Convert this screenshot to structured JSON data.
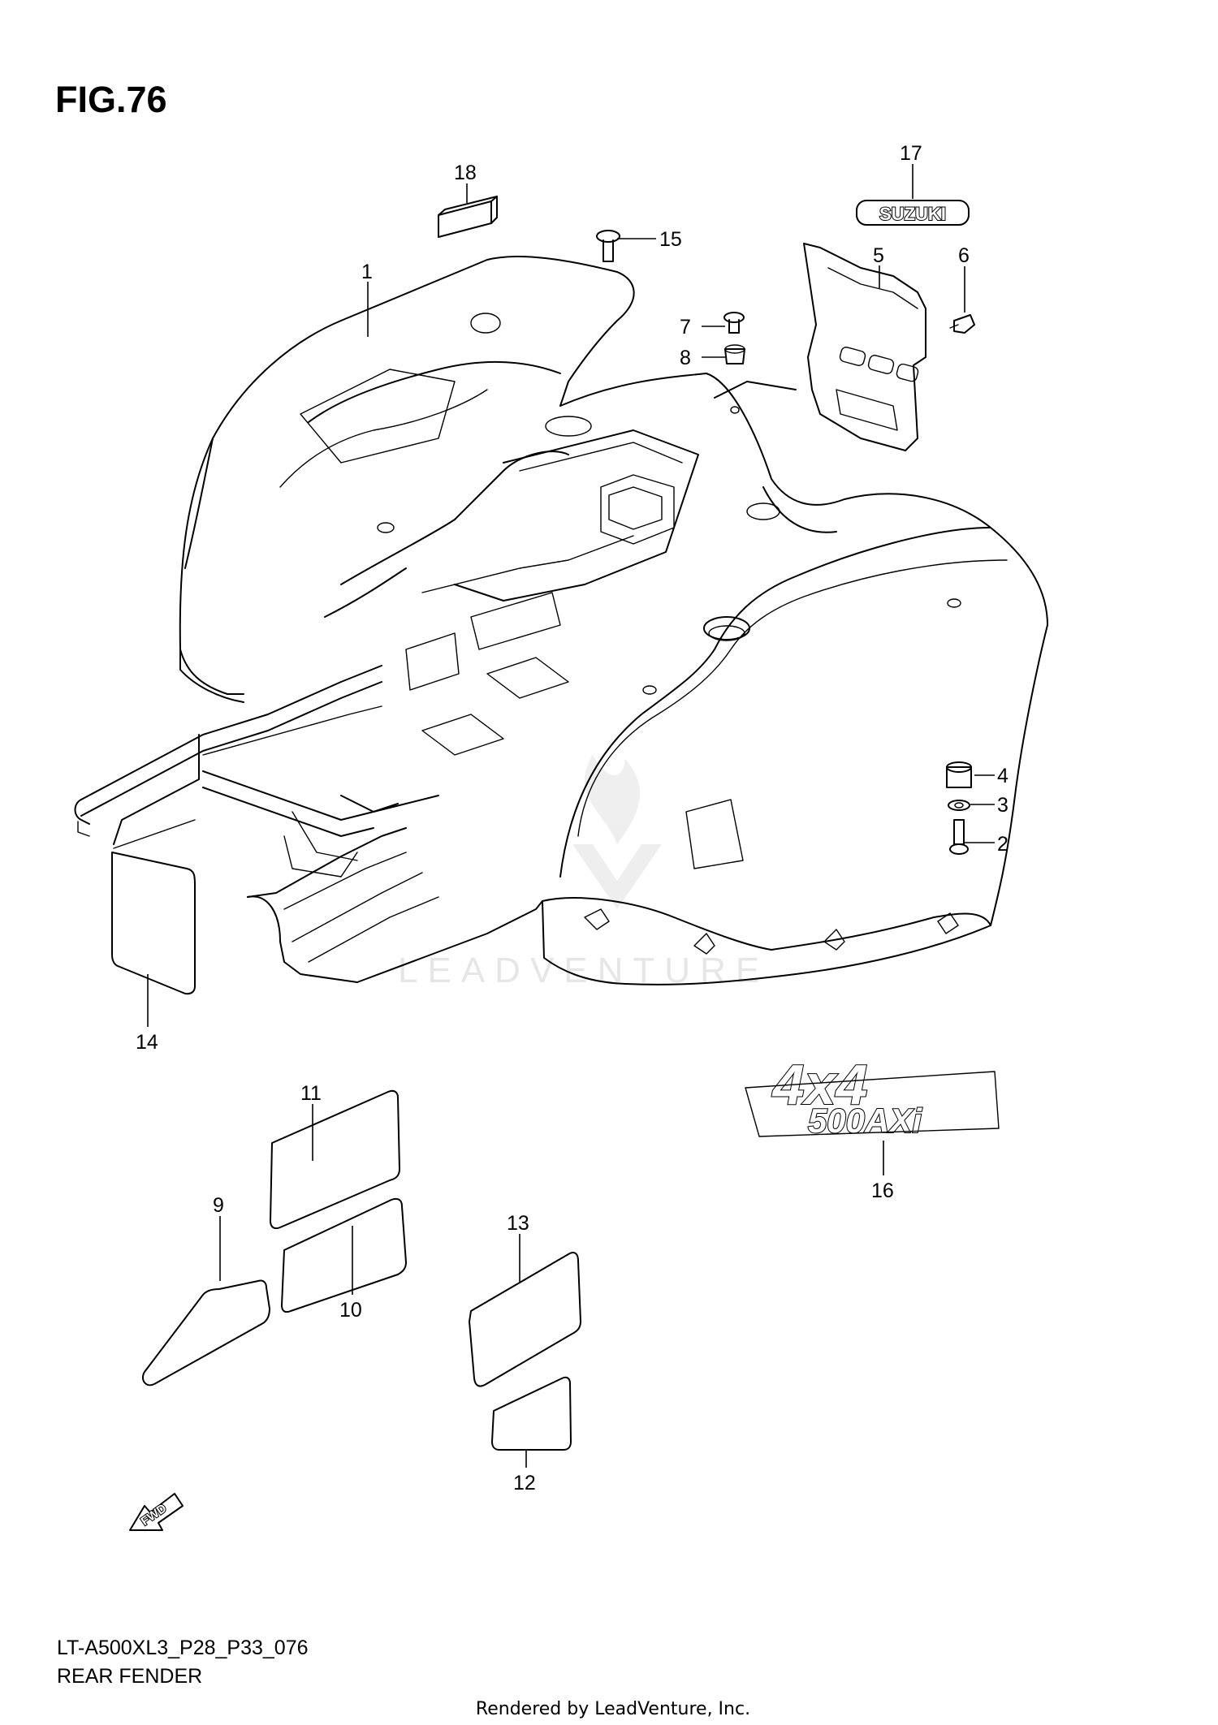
{
  "figure": {
    "title": "FIG.76",
    "model_code": "LT-A500XL3_P28_P33_076",
    "section_name": "REAR FENDER",
    "credit": "Rendered by LeadVenture, Inc."
  },
  "decals": {
    "brand": "SUZUKI",
    "model_line1": "4x4",
    "model_line2": "500AXi",
    "direction": "FWD"
  },
  "watermark": "LEADVENTURE",
  "callouts": [
    "1",
    "2",
    "3",
    "4",
    "5",
    "6",
    "7",
    "8",
    "9",
    "10",
    "11",
    "12",
    "13",
    "14",
    "15",
    "16",
    "17",
    "18"
  ]
}
